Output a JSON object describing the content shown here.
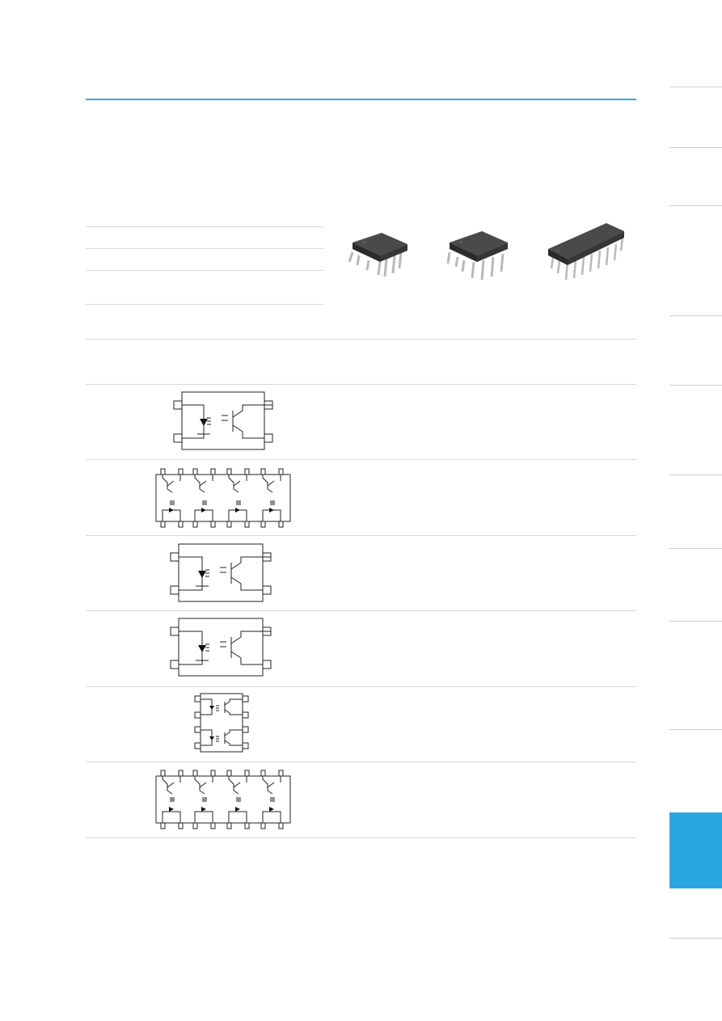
{
  "colors": {
    "accent": "#2aa7e1",
    "rule": "#d8d8d8",
    "chip_body": "#2e2e2e",
    "chip_pin": "#b9b9b9"
  },
  "side_tab": {
    "active": "blue-index-tab"
  },
  "packages": [
    {
      "name": "6-pin-dip-package",
      "pins_per_side": 3
    },
    {
      "name": "8-pin-dip-package",
      "pins_per_side": 4
    },
    {
      "name": "16-pin-dip-package",
      "pins_per_side": 8
    }
  ],
  "schematics": [
    {
      "type": "single-channel-4pin"
    },
    {
      "type": "quad-channel-16pin"
    },
    {
      "type": "single-channel-4pin"
    },
    {
      "type": "single-channel-4pin"
    },
    {
      "type": "dual-channel-8pin"
    },
    {
      "type": "quad-channel-16pin"
    }
  ]
}
